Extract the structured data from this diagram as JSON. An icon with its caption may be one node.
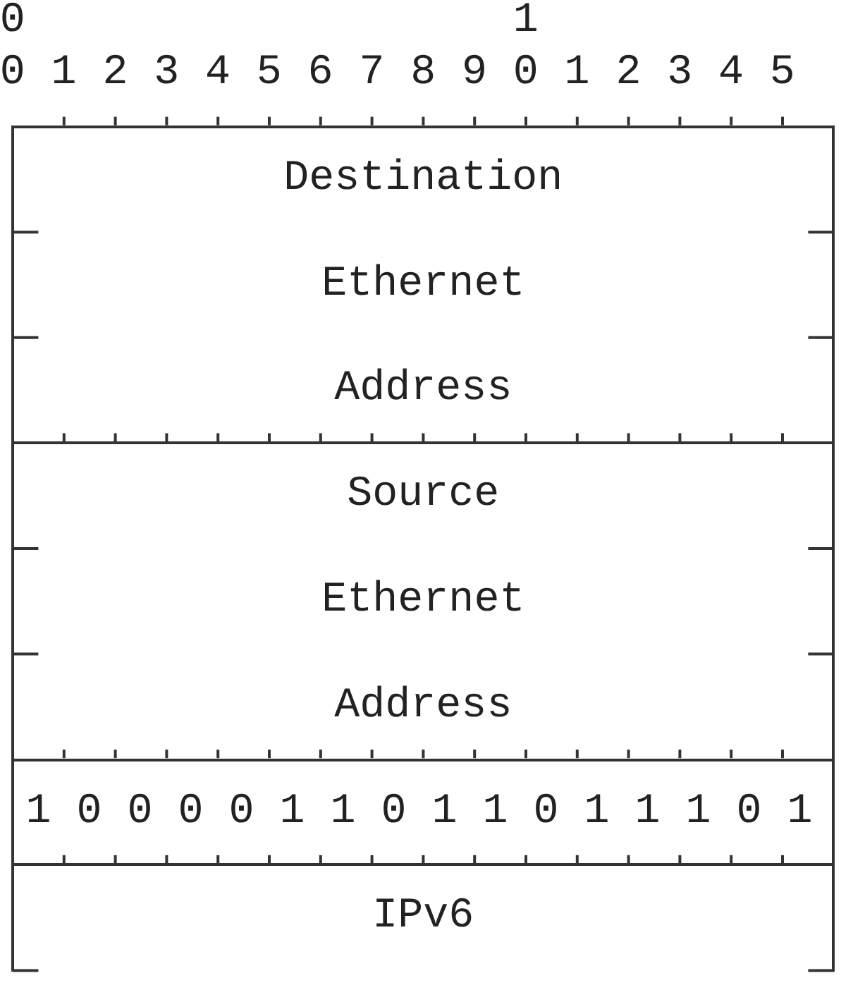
{
  "diagram": {
    "nodes": [
      {
        "text": [
          "Destination Ethernet Address"
        ]
      },
      {
        "text": [
          "Source Ethernet Address"
        ]
      },
      {
        "text": [
          "1 0 0 0 0 1 1 0 1 1 0 1 1 1 0 1"
        ]
      },
      {
        "text": [
          "IPv6"
        ]
      }
    ],
    "edges": [],
    "labels": [
      "0",
      "1",
      "0",
      "1",
      "2",
      "3",
      "4",
      "5",
      "6",
      "7",
      "8",
      "9",
      "0",
      "1",
      "2",
      "3",
      "4",
      "5"
    ]
  }
}
